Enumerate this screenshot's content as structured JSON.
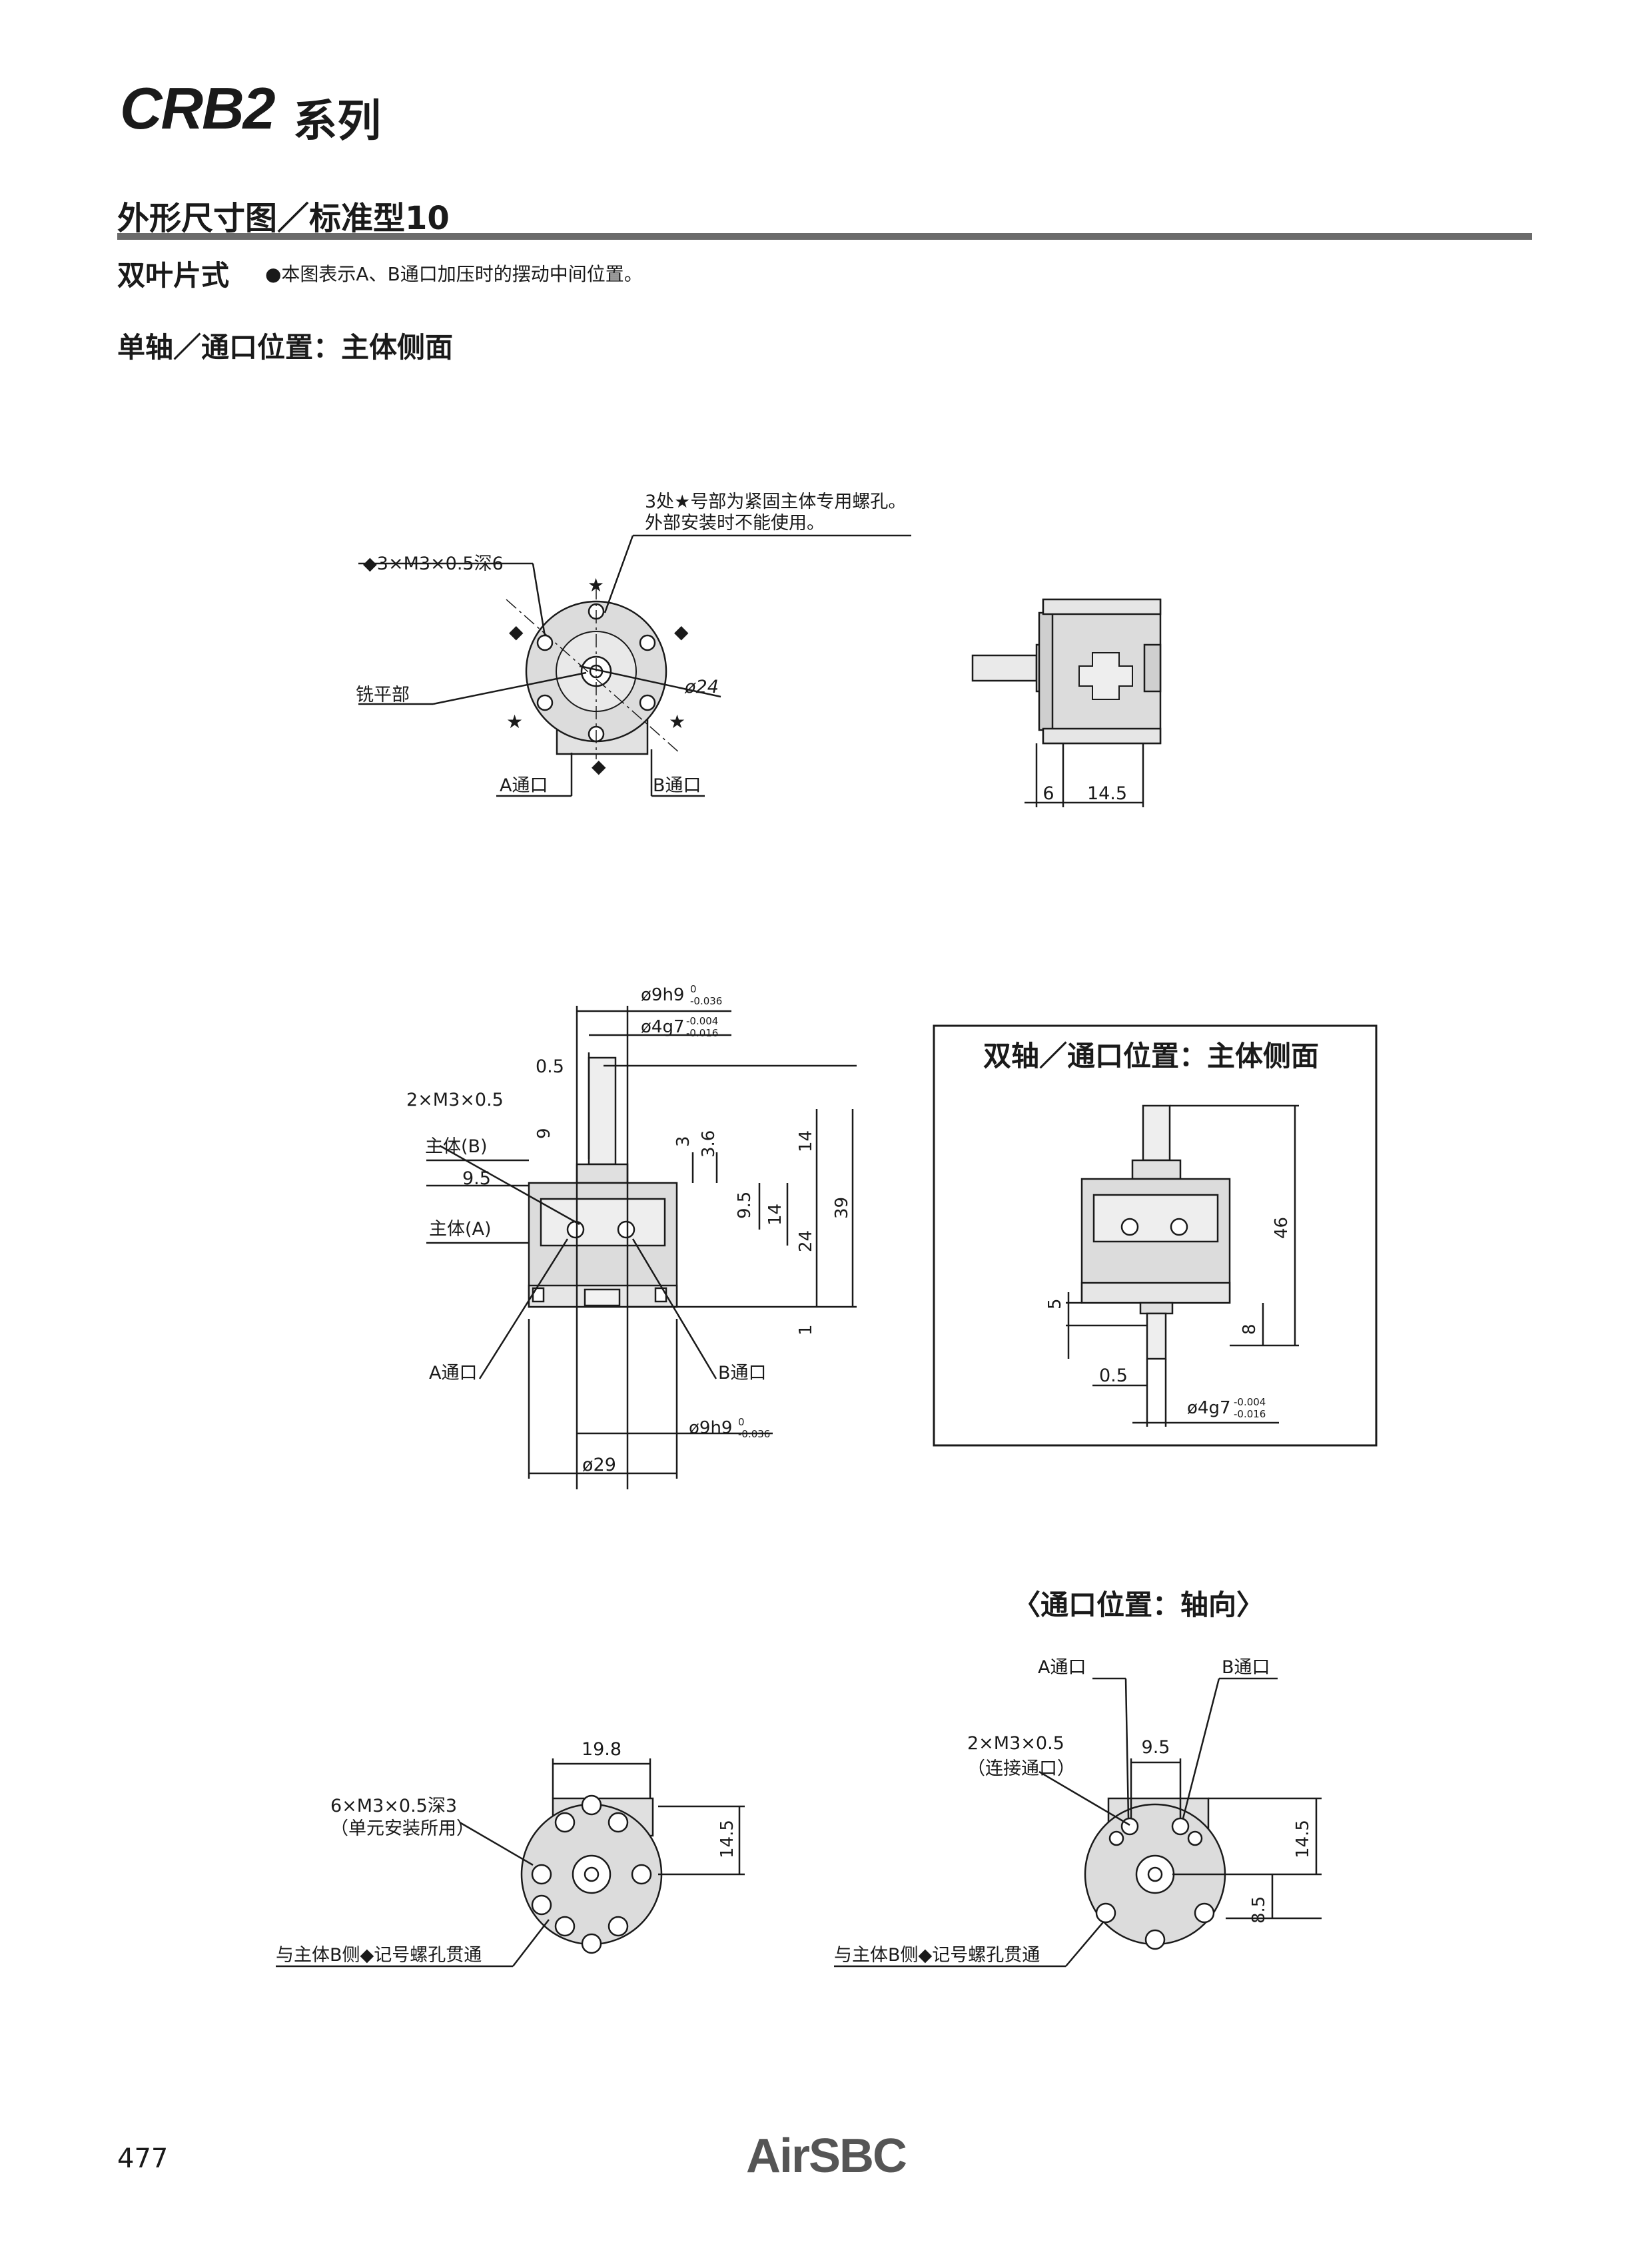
{
  "header": {
    "series": "CRB2",
    "series_suffix": "系列"
  },
  "section": {
    "title": "外形尺寸图／标准型10",
    "type": "双叶片式",
    "note": "●本图表示A、B通口加压时的摆动中间位置。"
  },
  "views": {
    "single_shaft": "单轴／通口位置：主体侧面",
    "double_shaft": "双轴／通口位置：主体侧面",
    "axial": "〈通口位置：轴向〉"
  },
  "front_view": {
    "star_note_1": "3处★号部为紧固主体专用螺孔。",
    "star_note_2": "外部安装时不能使用。",
    "hole_label": "◆3×M3×0.5深6",
    "flat_label": "铣平部",
    "diameter": "ø24",
    "port_a": "A通口",
    "port_b": "B通口",
    "star": "★",
    "diamond": "◆"
  },
  "side_view": {
    "dim_6": "6",
    "dim_14_5": "14.5"
  },
  "single_shaft_view": {
    "dim_9h9": "ø9h9",
    "dim_9h9_tol_upper": "0",
    "dim_9h9_tol_lower": "-0.036",
    "dim_4g7": "ø4g7",
    "dim_4g7_tol_upper": "-0.004",
    "dim_4g7_tol_lower": "-0.016",
    "dim_0_5": "0.5",
    "thread": "2×M3×0.5",
    "body_b": "主体(B)",
    "dim_9_5_a": "9.5",
    "body_a": "主体(A)",
    "dim_9": "9",
    "dim_3": "3",
    "dim_3_6": "3.6",
    "dim_9_5_b": "9.5",
    "dim_14_a": "14",
    "dim_14_b": "14",
    "dim_24": "24",
    "dim_39": "39",
    "dim_1": "1",
    "port_a": "A通口",
    "port_b": "B通口",
    "dim_29": "ø29"
  },
  "double_shaft_view": {
    "dim_46": "46",
    "dim_5": "5",
    "dim_8": "8",
    "dim_0_5": "0.5",
    "dim_4g7": "ø4g7",
    "dim_4g7_tol_upper": "-0.004",
    "dim_4g7_tol_lower": "-0.016"
  },
  "axial_left": {
    "dim_19_8": "19.8",
    "thread": "6×M3×0.5深3",
    "thread_note": "（单元安装所用）",
    "dim_14_5": "14.5",
    "through_note": "与主体B侧◆记号螺孔贯通"
  },
  "axial_right": {
    "port_a": "A通口",
    "port_b": "B通口",
    "thread": "2×M3×0.5",
    "thread_note": "（连接通口）",
    "dim_9_5": "9.5",
    "dim_14_5": "14.5",
    "dim_8_5": "8.5",
    "through_note": "与主体B侧◆记号螺孔贯通"
  },
  "footer": {
    "page": "477",
    "logo": "AirSBC"
  }
}
